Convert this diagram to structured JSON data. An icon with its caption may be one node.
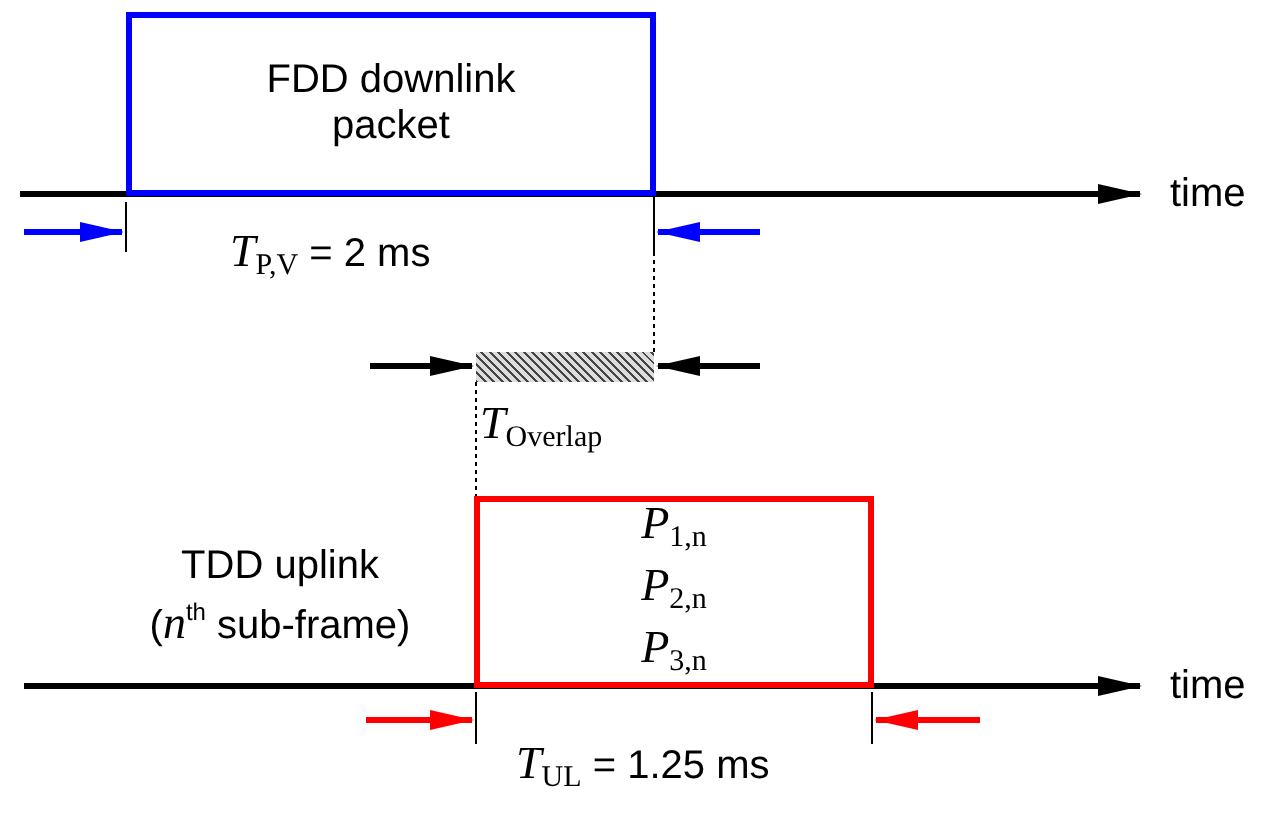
{
  "diagram": {
    "nodes": [
      {
        "text": [
          "FDD downlink packet"
        ]
      },
      {
        "text": [
          "*P*$_{1,n}$",
          "*P*$_{2,n}$",
          "*P*$_{3,n}$"
        ],
        "beside": [
          "TDD uplink (*n*$^{th}$ sub-frame)"
        ]
      },
      {
        "text": [],
        "shape": "bar"
      }
    ],
    "edges": [
      {
        "from": 0,
        "to": 2,
        "arrow": "none",
        "style": "dashed"
      },
      {
        "from": 2,
        "to": 1,
        "arrow": "none",
        "style": "dashed"
      }
    ],
    "labels": [
      "time",
      "*T*$_{P,V}$ = 2 ms",
      "*T*$_{Overlap}$",
      "time",
      "*T*$_{UL}$ = 1.25 ms"
    ]
  }
}
